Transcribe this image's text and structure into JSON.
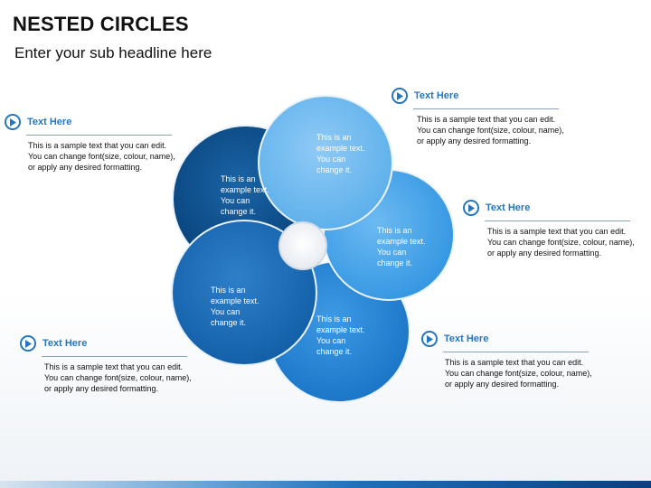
{
  "title": "NESTED CIRCLES",
  "subtitle": "Enter your sub headline here",
  "colors": {
    "accent": "#2676bd",
    "circle_dark": "#0a4f8c",
    "circle_mid": "#1d74c4",
    "circle_light": "#74b9f0",
    "circle_bright": "#4aa6ec",
    "circle_blue": "#2a8ad8"
  },
  "callouts": [
    {
      "heading": "Text Here",
      "lines": [
        "This is a sample text that you can edit.",
        "You can change font(size, colour, name),",
        "or apply any desired formatting."
      ]
    },
    {
      "heading": "Text Here",
      "lines": [
        "This is a sample text that you can edit.",
        "You can change font(size, colour, name),",
        "or apply any desired formatting."
      ]
    },
    {
      "heading": "Text Here",
      "lines": [
        "This is a sample text that you can edit.",
        "You can change font(size, colour, name),",
        "or apply any desired formatting."
      ]
    },
    {
      "heading": "Text Here",
      "lines": [
        "This is a sample text that you can edit.",
        "You can change font(size, colour, name),",
        "or apply any desired formatting."
      ]
    },
    {
      "heading": "Text Here",
      "lines": [
        "This is a sample text that you can edit.",
        "You can change font(size, colour, name),",
        "or apply any desired formatting."
      ]
    }
  ],
  "circles": [
    {
      "lines": [
        "This is an",
        "example text.",
        "You can",
        "change it."
      ]
    },
    {
      "lines": [
        "This is an",
        "example text.",
        "You can",
        "change it."
      ]
    },
    {
      "lines": [
        "This is an",
        "example text.",
        "You can",
        "change it."
      ]
    },
    {
      "lines": [
        "This is an",
        "example text.",
        "You can",
        "change it."
      ]
    },
    {
      "lines": [
        "This is an",
        "example text.",
        "You can",
        "change it."
      ]
    }
  ]
}
